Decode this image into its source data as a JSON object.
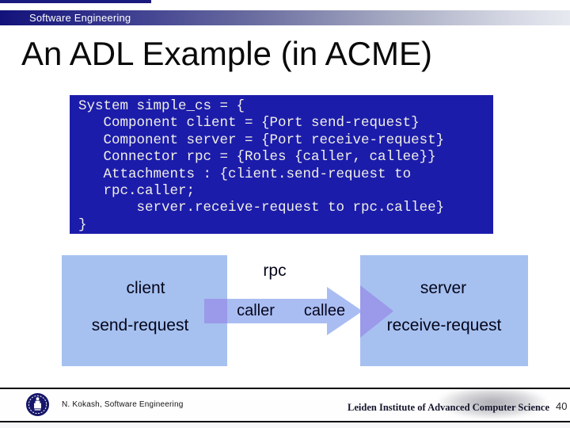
{
  "header": {
    "label": "Software Engineering"
  },
  "title": "An ADL Example (in ACME)",
  "code": {
    "lines": [
      "System simple_cs = {",
      "   Component client = {Port send-request}",
      "   Component server = {Port receive-request}",
      "   Connector rpc = {Roles {caller, callee}}",
      "   Attachments : {client.send-request to",
      "   rpc.caller;",
      "       server.receive-request to rpc.callee}",
      "}"
    ]
  },
  "diagram": {
    "client": {
      "name": "client",
      "port": "send-request"
    },
    "server": {
      "name": "server",
      "port": "receive-request"
    },
    "connector": {
      "name": "rpc",
      "caller": "caller",
      "callee": "callee"
    }
  },
  "footer": {
    "author": "N. Kokash, Software Engineering",
    "institute": "Leiden Institute of Advanced Computer Science",
    "page_number": "40"
  },
  "colors": {
    "code_background": "#1c1cab",
    "code_text": "#f0f0e6",
    "component_box_fill": "#a6c1f0",
    "arrow_fill_light": "#aabdf3",
    "arrow_fill_dark": "#9b99e9",
    "header_bar_start": "#12127a",
    "header_bar_end": "#e7e9f0",
    "seal_navy": "#16166a"
  }
}
